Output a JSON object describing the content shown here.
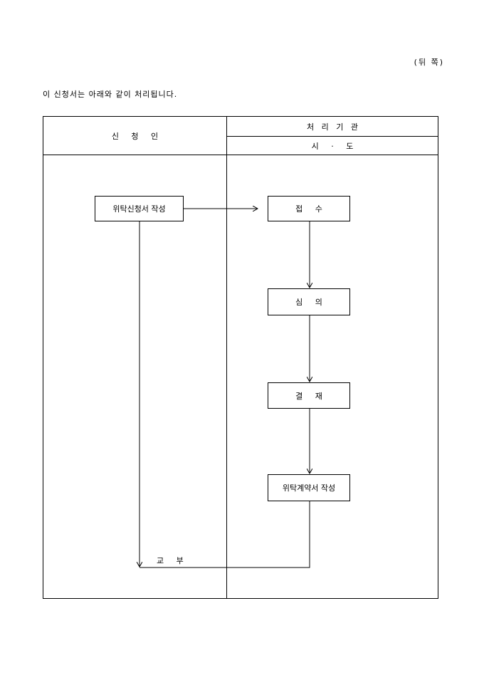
{
  "page_label": "(뒤 쪽)",
  "intro_text": "이 신청서는 아래와 같이 처리됩니다.",
  "table": {
    "applicant_header": "신     청     인",
    "agency_header": "처   리   기   관",
    "sido_header": "시     ·     도"
  },
  "flow": {
    "write_application": "위탁신청서 작성",
    "receipt": "접     수",
    "review": "심     의",
    "approval": "결     재",
    "write_contract": "위탁계약서 작성",
    "deliver": "교     부"
  }
}
